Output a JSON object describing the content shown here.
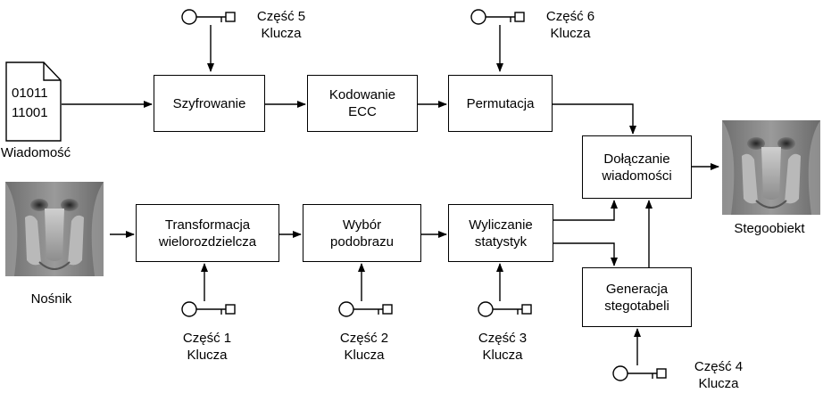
{
  "nodes": {
    "szyfrowanie": "Szyfrowanie",
    "kodowanie": "Kodowanie\nECC",
    "permutacja": "Permutacja",
    "dolaczanie": "Dołączanie\nwiadomości",
    "transformacja": "Transformacja\nwielorozdzielcza",
    "wybor": "Wybór\npodobrazu",
    "wyliczanie": "Wyliczanie\nstatystyk",
    "generacja": "Generacja\nstegotabeli"
  },
  "document": {
    "bits": "01011\n11001",
    "label": "Wiadomość"
  },
  "carrier": {
    "label": "Nośnik"
  },
  "output": {
    "label": "Stegoobiekt"
  },
  "keys": {
    "k5": "Część 5\nKlucza",
    "k6": "Część 6\nKlucza",
    "k1": "Część 1\nKlucza",
    "k2": "Część 2\nKlucza",
    "k3": "Część 3\nKlucza",
    "k4": "Część 4\nKlucza"
  },
  "icons": {
    "key": "key-icon",
    "document": "document-icon",
    "image": "mandrill-image"
  }
}
